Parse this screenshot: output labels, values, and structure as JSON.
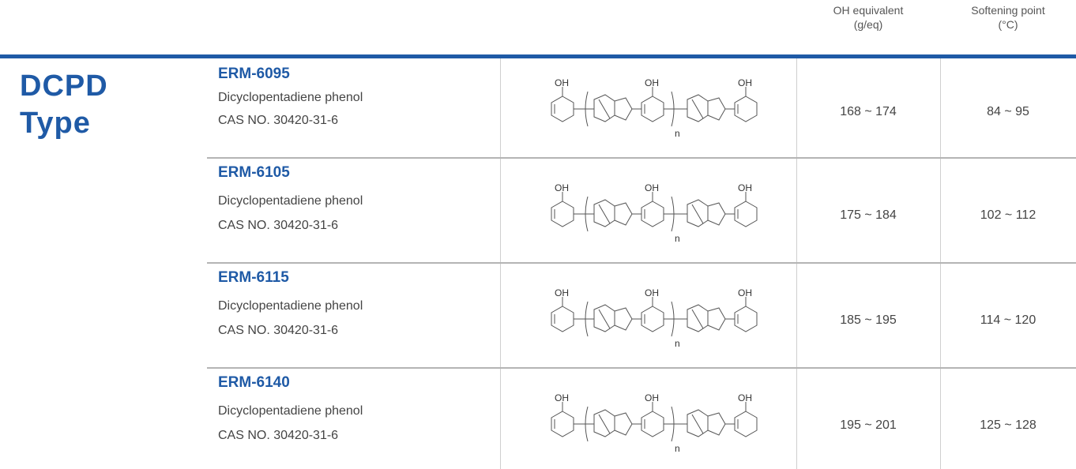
{
  "header": {
    "oh_line1": "OH equivalent",
    "oh_line2": "(g/eq)",
    "sp_line1": "Softening point",
    "sp_line2": "(°C)"
  },
  "category": {
    "line1": "DCPD",
    "line2": "Type"
  },
  "colors": {
    "accent": "#1f5aa6",
    "rule": "#1f5aa6"
  },
  "structure": {
    "oh_label": "OH",
    "n_label": "n"
  },
  "products": [
    {
      "name": "ERM-6095",
      "desc": "Dicyclopentadiene phenol",
      "cas": "CAS NO. 30420-31-6",
      "oh": "168 ~ 174",
      "sp": "84 ~ 95"
    },
    {
      "name": "ERM-6105",
      "desc": "Dicyclopentadiene phenol",
      "cas": "CAS NO. 30420-31-6",
      "oh": "175 ~ 184",
      "sp": "102 ~ 112"
    },
    {
      "name": "ERM-6115",
      "desc": "Dicyclopentadiene phenol",
      "cas": "CAS NO. 30420-31-6",
      "oh": "185 ~ 195",
      "sp": "114 ~ 120"
    },
    {
      "name": "ERM-6140",
      "desc": "Dicyclopentadiene phenol",
      "cas": "CAS NO. 30420-31-6",
      "oh": "195 ~ 201",
      "sp": "125 ~ 128"
    }
  ]
}
